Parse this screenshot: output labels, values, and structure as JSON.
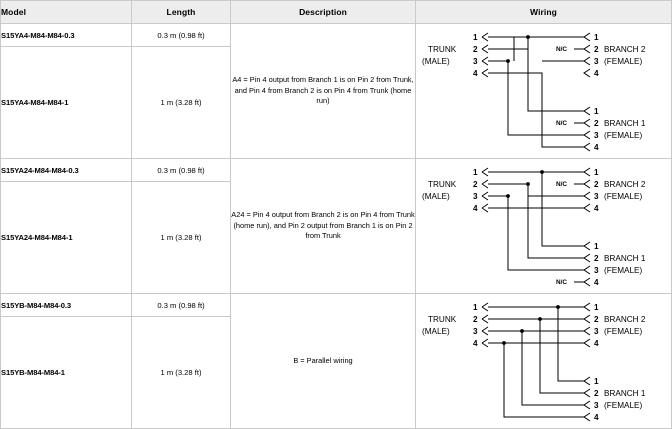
{
  "table": {
    "headers": [
      "Model",
      "Length",
      "Description",
      "Wiring"
    ],
    "groups": [
      {
        "id": "a4",
        "rows": [
          {
            "model": "S15YA4-M84-M84-0.3",
            "length": "0.3 m (0.98 ft)"
          },
          {
            "model": "S15YA4-M84-M84-1",
            "length": "1 m (3.28 ft)"
          }
        ],
        "description": "A4 = Pin 4 output from Branch 1 is on Pin 2 from Trunk, and Pin 4 from Branch 2 is on Pin 4 from Trunk (home run)",
        "diagram": {
          "trunk_label_line1": "TRUNK",
          "trunk_label_line2": "(MALE)",
          "trunk_pins": [
            "1",
            "2",
            "3",
            "4"
          ],
          "branch_top_label_line1": "BRANCH 2",
          "branch_top_label_line2": "(FEMALE)",
          "branch_top_pins": [
            "1",
            "2",
            "3",
            "4"
          ],
          "branch_bottom_label_line1": "BRANCH 1",
          "branch_bottom_label_line2": "(FEMALE)",
          "branch_bottom_pins": [
            "1",
            "2",
            "3",
            "4"
          ],
          "nc_label": "N/C",
          "nc_top_pin": 2,
          "nc_bottom_pin": 2
        }
      },
      {
        "id": "a24",
        "rows": [
          {
            "model": "S15YA24-M84-M84-0.3",
            "length": "0.3 m (0.98 ft)"
          },
          {
            "model": "S15YA24-M84-M84-1",
            "length": "1 m (3.28 ft)"
          }
        ],
        "description": "A24 = Pin 4 output from Branch 2 is on Pin 4 from Trunk (home run), and Pin 2 output from Branch 1 is on Pin 2 from Trunk",
        "diagram": {
          "trunk_label_line1": "TRUNK",
          "trunk_label_line2": "(MALE)",
          "trunk_pins": [
            "1",
            "2",
            "3",
            "4"
          ],
          "branch_top_label_line1": "BRANCH 2",
          "branch_top_label_line2": "(FEMALE)",
          "branch_top_pins": [
            "1",
            "2",
            "3",
            "4"
          ],
          "branch_bottom_label_line1": "BRANCH 1",
          "branch_bottom_label_line2": "(FEMALE)",
          "branch_bottom_pins": [
            "1",
            "2",
            "3",
            "4"
          ],
          "nc_label": "N/C",
          "nc_top_pin": 2,
          "nc_bottom_pin": 4
        }
      },
      {
        "id": "b",
        "rows": [
          {
            "model": "S15YB-M84-M84-0.3",
            "length": "0.3 m (0.98 ft)"
          },
          {
            "model": "S15YB-M84-M84-1",
            "length": "1 m (3.28 ft)"
          }
        ],
        "description": "B = Parallel wiring",
        "diagram": {
          "trunk_label_line1": "TRUNK",
          "trunk_label_line2": "(MALE)",
          "trunk_pins": [
            "1",
            "2",
            "3",
            "4"
          ],
          "branch_top_label_line1": "BRANCH 2",
          "branch_top_label_line2": "(FEMALE)",
          "branch_top_pins": [
            "1",
            "2",
            "3",
            "4"
          ],
          "branch_bottom_label_line1": "BRANCH 1",
          "branch_bottom_label_line2": "(FEMALE)",
          "branch_bottom_pins": [
            "1",
            "2",
            "3",
            "4"
          ],
          "nc_label": "N/C",
          "nc_top_pin": 0,
          "nc_bottom_pin": 0
        }
      }
    ]
  },
  "colors": {
    "header_background": "#ededed",
    "border": "#c9c9c9",
    "wire": "#000000",
    "text": "#000000"
  }
}
